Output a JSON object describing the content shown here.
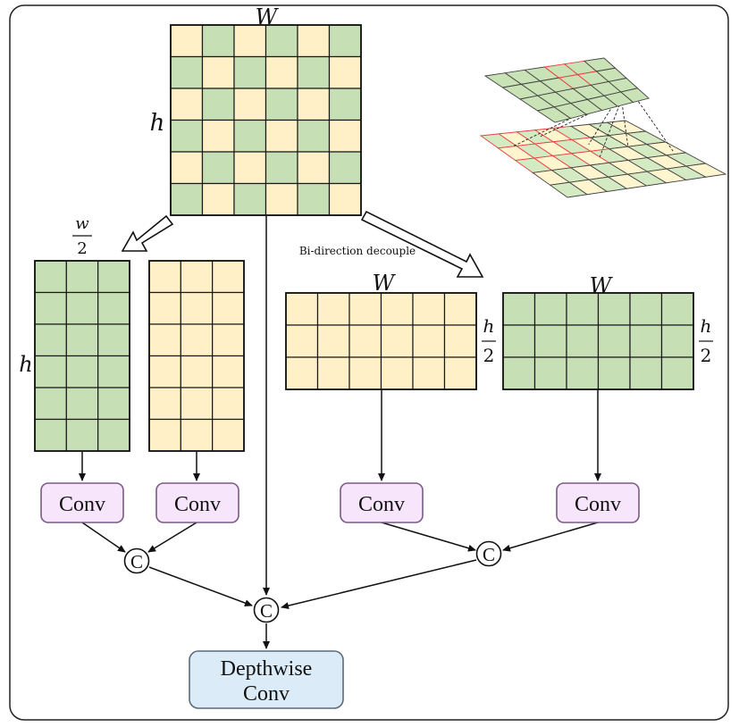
{
  "labels": {
    "top_width": "W",
    "top_height": "h",
    "half_width_num": "w",
    "half_width_den": "2",
    "left_height": "h",
    "right_width_a": "W",
    "right_width_b": "W",
    "half_height_num_a": "h",
    "half_height_den_a": "2",
    "half_height_num_b": "h",
    "half_height_den_b": "2",
    "decouple": "Bi-direction decouple"
  },
  "blocks": {
    "conv1": "Conv",
    "conv2": "Conv",
    "conv3": "Conv",
    "conv4": "Conv",
    "concat1": "C",
    "concat2": "C",
    "concat3": "C",
    "depthwise_line1": "Depthwise",
    "depthwise_line2": "Conv"
  },
  "colors": {
    "green": "#c7dfb4",
    "cream": "#fff0c8",
    "conv_fill": "#f7e6fb",
    "conv_stroke": "#7a5a86",
    "depthwise_fill": "#dcebf8",
    "depthwise_stroke": "#5b6b7a",
    "red_highlight": "#e84040"
  }
}
